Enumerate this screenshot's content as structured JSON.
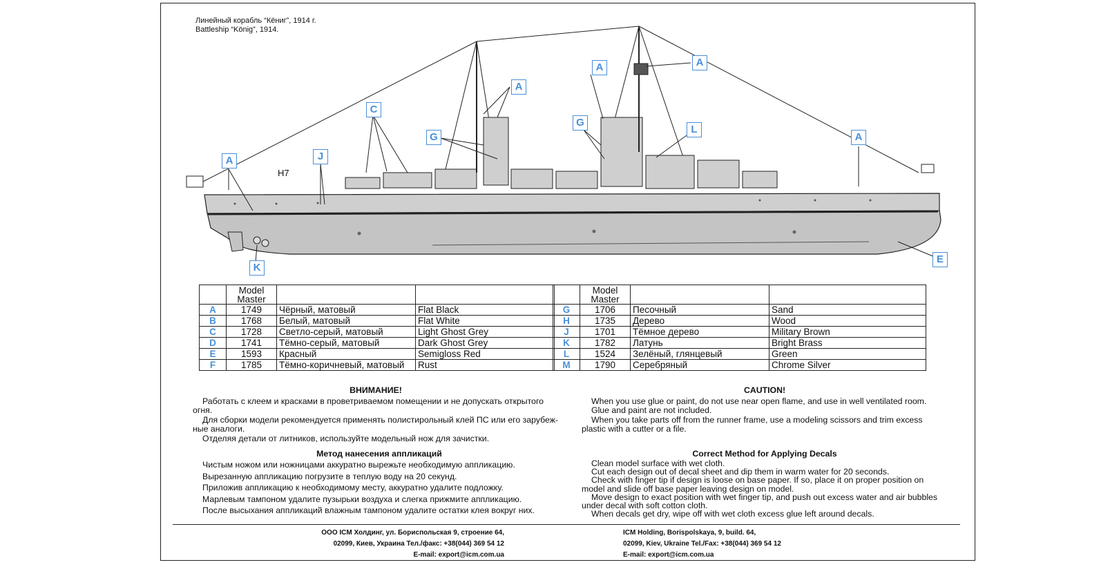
{
  "title": {
    "ru": "Линейный корабль “Кёниг”, 1914 г.",
    "en": "Battleship “König”, 1914."
  },
  "callouts": {
    "a1": "A",
    "a2": "A",
    "a3": "A",
    "a4": "A",
    "a5": "A",
    "c": "C",
    "g1": "G",
    "g2": "G",
    "j": "J",
    "l": "L",
    "k": "K",
    "e": "E",
    "h7": "H7"
  },
  "table_left": {
    "header": {
      "brand_line1": "Model",
      "brand_line2": "Master"
    },
    "rows": [
      {
        "letter": "A",
        "code": "1749",
        "ru": "Чёрный, матовый",
        "en": "Flat Black"
      },
      {
        "letter": "B",
        "code": "1768",
        "ru": "Белый, матовый",
        "en": "Flat White"
      },
      {
        "letter": "C",
        "code": "1728",
        "ru": "Светло-серый, матовый",
        "en": "Light Ghost Grey"
      },
      {
        "letter": "D",
        "code": "1741",
        "ru": "Тёмно-серый, матовый",
        "en": "Dark Ghost Grey"
      },
      {
        "letter": "E",
        "code": "1593",
        "ru": "Красный",
        "en": "Semigloss Red"
      },
      {
        "letter": "F",
        "code": "1785",
        "ru": "Тёмно-коричневый, матовый",
        "en": "Rust"
      }
    ]
  },
  "table_right": {
    "header": {
      "brand_line1": "Model",
      "brand_line2": "Master"
    },
    "rows": [
      {
        "letter": "G",
        "code": "1706",
        "ru": "Песочный",
        "en": "Sand"
      },
      {
        "letter": "H",
        "code": "1735",
        "ru": "Дерево",
        "en": "Wood"
      },
      {
        "letter": "J",
        "code": "1701",
        "ru": "Тёмное дерево",
        "en": "Military Brown"
      },
      {
        "letter": "K",
        "code": "1782",
        "ru": "Латунь",
        "en": "Bright Brass"
      },
      {
        "letter": "L",
        "code": "1524",
        "ru": "Зелёный, глянцевый",
        "en": "Green"
      },
      {
        "letter": "M",
        "code": "1790",
        "ru": "Серебряный",
        "en": "Chrome Silver"
      }
    ]
  },
  "warning_ru": {
    "heading": "ВНИМАНИЕ!",
    "lines": [
      "Работать с клеем и красками в проветриваемом помещении и не допускать открытого огня.",
      "Для сборки  модели рекомендуется  применять полистирольный клей ПС или его зарубеж-",
      "ные аналоги.",
      "Отделяя  детали  от  литников,  используйте модельный нож для зачистки."
    ]
  },
  "warning_en": {
    "heading": "CAUTION!",
    "lines": [
      "When you use glue or paint, do not use near open flame, and use in well ventilated room.",
      "Glue and paint are not included.",
      "When you take parts off from the runner frame, use a modeling scissors and trim excess",
      "plastic with a cutter or a file."
    ]
  },
  "decals_ru": {
    "heading": "Метод нанесения аппликаций",
    "lines": [
      "Чистым ножом или ножницами аккуратно вырежьте необходимую аппликацию.",
      "Вырезанную аппликацию погрузите в теплую воду на  20 секунд.",
      "Приложив аппликацию к необходимому месту, аккуратно удалите подложку.",
      "Марлевым тампоном удалите пузырьки воздуха и слегка прижмите аппликацию.",
      "После высыхания  аппликаций влажным тампоном удалите остатки клея вокруг них."
    ]
  },
  "decals_en": {
    "heading": "Correct Method for Applying Decals",
    "lines": [
      "Clean model surface with wet cloth.",
      "Cut each design out of decal sheet and dip them in warm water for 20 seconds.",
      "Check with finger tip if design is loose on base paper. If so, place it on proper position on",
      "model and slide off base paper leaving design on model.",
      "Move design to exact position with wet finger tip, and push out excess water and air bubbles",
      "under decal with soft cotton cloth.",
      "When decals get dry, wipe off with wet cloth excess glue left around decals."
    ]
  },
  "address_ru": {
    "line1": "ООО ICM Холдинг, ул. Бориспольская 9, строение 64,",
    "line2": "02099, Киев, Украина Тел./факс: +38(044) 369 54 12",
    "line3": "E-mail: export@icm.com.ua"
  },
  "address_en": {
    "line1": "ICM Holding, Borispolskaya, 9, build. 64,",
    "line2": "02099, Kiev, Ukraine Tel./Fax: +38(044) 369 54 12",
    "line3": "E-mail: export@icm.com.ua"
  },
  "colors": {
    "callout": "#4a90d9",
    "hull": "#c9c9c9",
    "hull_dark": "#b4b4b4",
    "line": "#222222"
  }
}
